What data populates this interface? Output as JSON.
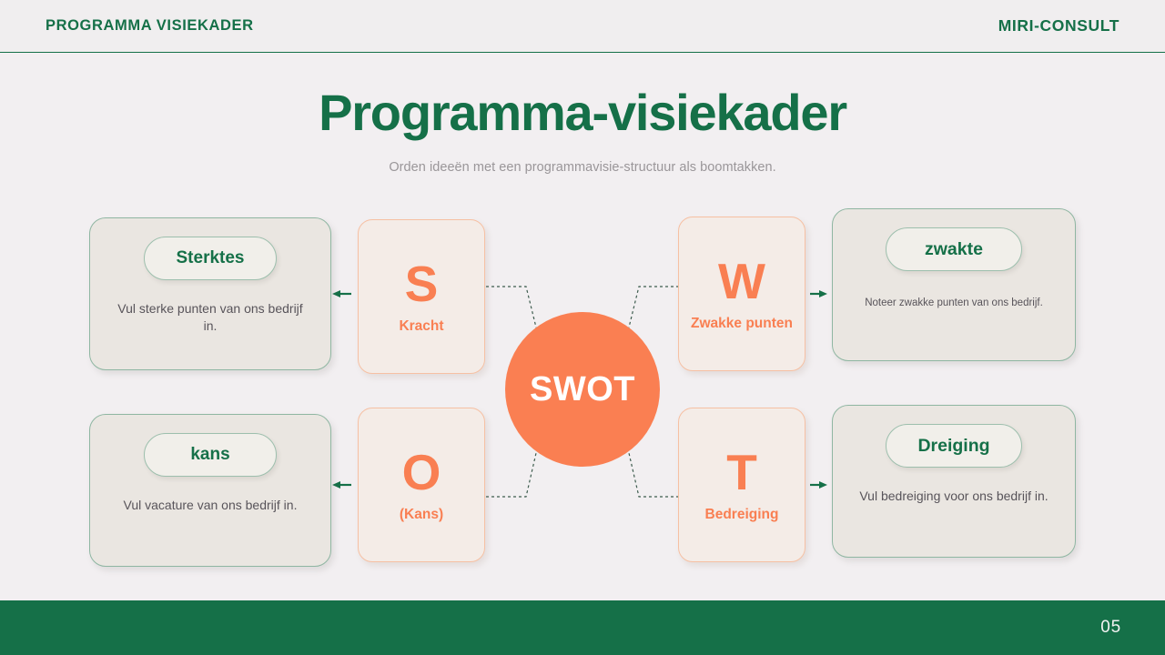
{
  "header": {
    "left_label": "PROGRAMMA VISIEKADER",
    "right_label": "MIRI-CONSULT"
  },
  "heading": {
    "title": "Programma-visiekader",
    "subtitle": "Orden ideeën met een programmavisie-structuur als boomtakken."
  },
  "center": {
    "label": "SWOT"
  },
  "letter_cards": [
    {
      "glyph": "S",
      "label": "Kracht"
    },
    {
      "glyph": "W",
      "label": "Zwakke punten"
    },
    {
      "glyph": "O",
      "label": "(Kans)"
    },
    {
      "glyph": "T",
      "label": "Bedreiging"
    }
  ],
  "outer_cards": [
    {
      "pill": "Sterktes",
      "description": "Vul sterke punten van ons bedrijf in."
    },
    {
      "pill": "zwakte",
      "description": "Noteer zwakke punten van ons bedrijf."
    },
    {
      "pill": "kans",
      "description": "Vul vacature van ons bedrijf in."
    },
    {
      "pill": "Dreiging",
      "description": "Vul bedreiging voor ons bedrijf in."
    }
  ],
  "footer": {
    "page_number": "05"
  },
  "colors": {
    "green": "#157048",
    "orange": "#fa7f52",
    "card_bg": "#eae6e1",
    "page_bg": "#f2eff1"
  }
}
